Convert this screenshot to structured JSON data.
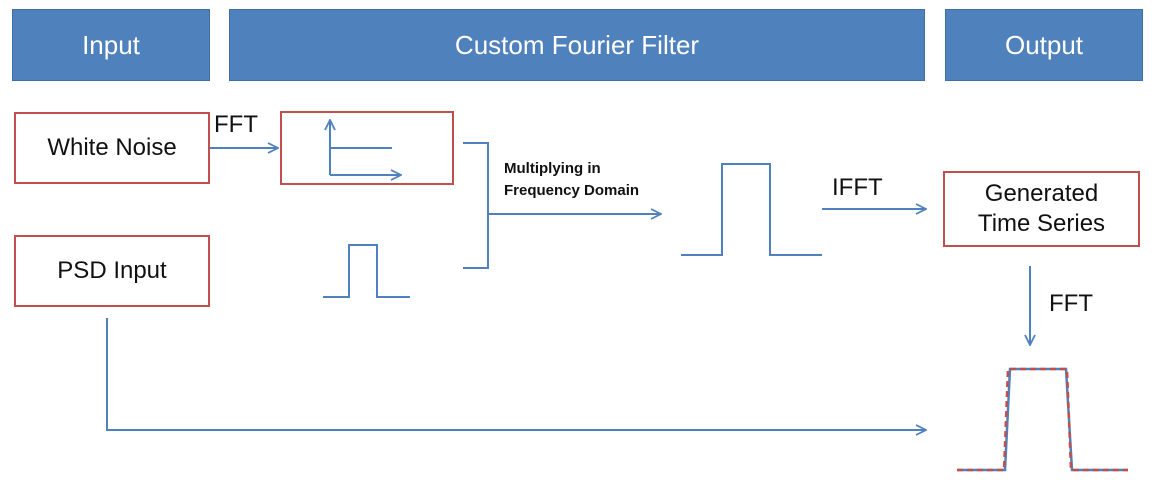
{
  "header": {
    "input": "Input",
    "filter": "Custom Fourier Filter",
    "output": "Output"
  },
  "boxes": {
    "white_noise": "White Noise",
    "psd_input": "PSD Input",
    "generated_line1": "Generated",
    "generated_line2": "Time Series"
  },
  "labels": {
    "fft_1": "FFT",
    "multiply_line1": "Multiplying in",
    "multiply_line2": "Frequency Domain",
    "ifft": "IFFT",
    "fft_2": "FFT"
  },
  "colors": {
    "header_bg": "#4f81bd",
    "box_border": "#c0504d",
    "line": "#4f81bd",
    "dashed": "#c0504d"
  }
}
